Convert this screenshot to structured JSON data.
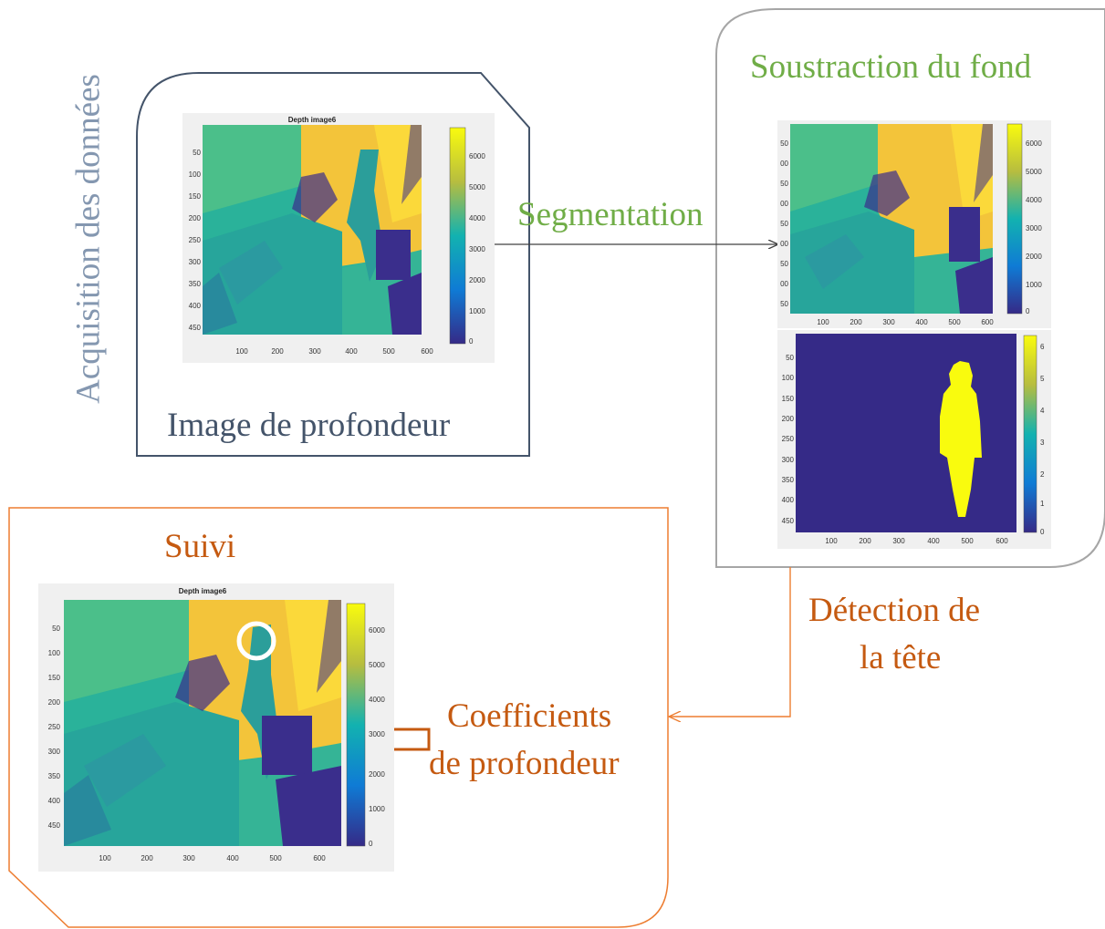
{
  "section_labels": {
    "acquisition": "Acquisition des données",
    "image_caption": "Image de profondeur",
    "segmentation": "Segmentation",
    "background_subtraction": "Soustraction du fond",
    "head_detection_line1": "Détection de",
    "head_detection_line2": "la tête",
    "tracking": "Suivi",
    "coefficients_line1": "Coefficients",
    "coefficients_line2": "de profondeur"
  },
  "colors": {
    "acquisition_frame": "#44546a",
    "segmentation_text": "#70ad47",
    "subtraction_frame": "#a6a6a6",
    "tracking_accent": "#c55a11",
    "tracking_frame": "#ed7d31",
    "head_circle": "#ffffff"
  },
  "plots": {
    "depth_plot_1": {
      "title": "Depth image6",
      "y_ticks": [
        "50",
        "100",
        "150",
        "200",
        "250",
        "300",
        "350",
        "400",
        "450"
      ],
      "x_ticks": [
        "100",
        "200",
        "300",
        "400",
        "500",
        "600"
      ],
      "colorbar_ticks": [
        "6000",
        "5000",
        "4000",
        "3000",
        "2000",
        "1000",
        "0"
      ]
    },
    "depth_plot_2": {
      "title": "",
      "y_ticks": [
        "50",
        "00",
        "50",
        "00",
        "50",
        "00",
        "50",
        "00",
        "50"
      ],
      "x_ticks": [
        "100",
        "200",
        "300",
        "400",
        "500",
        "600"
      ],
      "colorbar_ticks": [
        "6000",
        "5000",
        "4000",
        "3000",
        "2000",
        "1000",
        "0"
      ]
    },
    "mask_plot": {
      "y_ticks": [
        "50",
        "100",
        "150",
        "200",
        "250",
        "300",
        "350",
        "400",
        "450"
      ],
      "x_ticks": [
        "100",
        "200",
        "300",
        "400",
        "500",
        "600"
      ],
      "colorbar_ticks": [
        "6",
        "5",
        "4",
        "3",
        "2",
        "1",
        "0"
      ]
    },
    "depth_plot_3": {
      "title": "Depth image6",
      "y_ticks": [
        "50",
        "100",
        "150",
        "200",
        "250",
        "300",
        "350",
        "400",
        "450"
      ],
      "x_ticks": [
        "100",
        "200",
        "300",
        "400",
        "500",
        "600"
      ],
      "colorbar_ticks": [
        "6000",
        "5000",
        "4000",
        "3000",
        "2000",
        "1000",
        "0"
      ]
    }
  }
}
